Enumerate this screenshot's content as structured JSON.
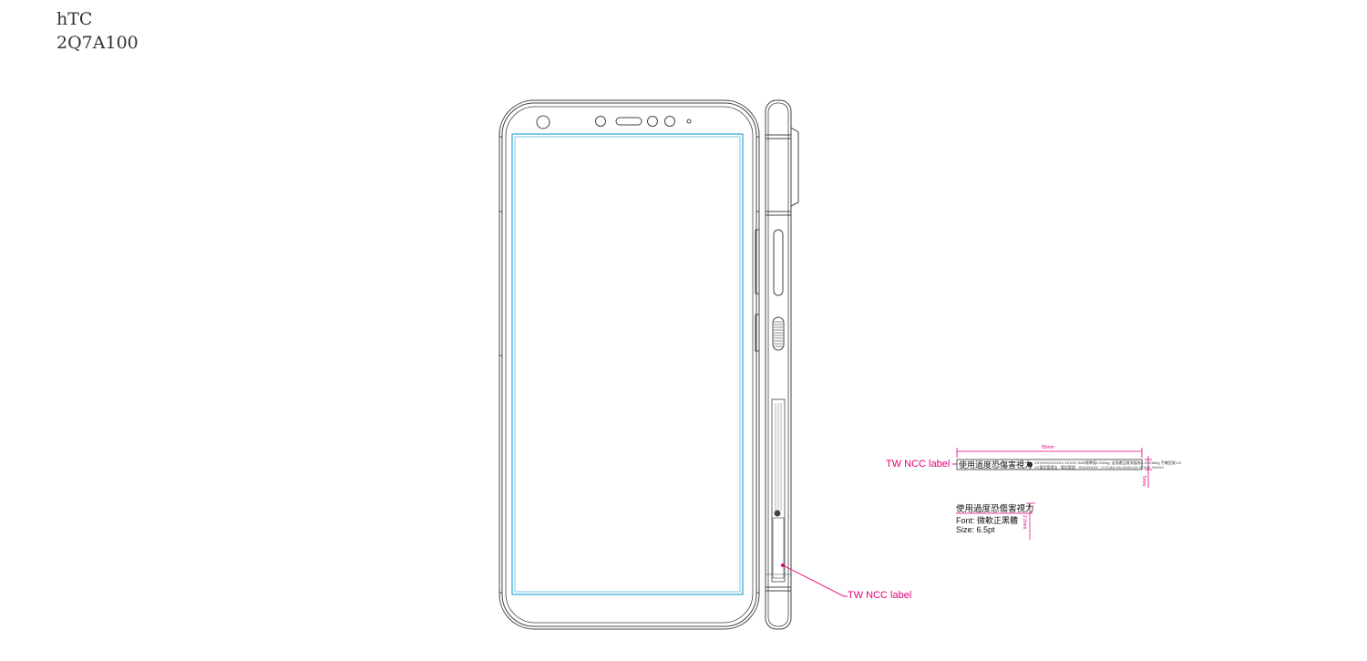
{
  "header": {
    "brand": "hTC",
    "model": "2Q7A100"
  },
  "callouts": {
    "side_label": "TW NCC label",
    "detail_label": "TW NCC label"
  },
  "ncc_label": {
    "warning_text": "使用過度恐傷害視力",
    "fine_print_line1": "XXXXXXXXXXXX  XXXXX SAR標準值2.0W/kg; 送測產品實測值為X.XXXW/kg  手機型號:XX",
    "fine_print_line2": "XX電信管理法 · 電信管理 · XXXXXXXX · X CCAX-XX-XXXX-XX 2XXXX  XXXXX",
    "width_dim": "55mm",
    "height_dim": "5mm"
  },
  "font_spec": {
    "sample_text": "使用過度恐傷害視力",
    "font_line": "Font: 微軟正黑體",
    "size_line": "Size: 6.5pt",
    "height_dim": "2.2mm"
  },
  "colors": {
    "outline": "#444444",
    "screen": "#2aa7d6",
    "callout": "#e0007a"
  },
  "icons": {
    "front_camera": "circle-icon",
    "earpiece": "speaker-slot-icon",
    "sensors": "circle-icon",
    "bixby_dot": "dot-icon"
  }
}
